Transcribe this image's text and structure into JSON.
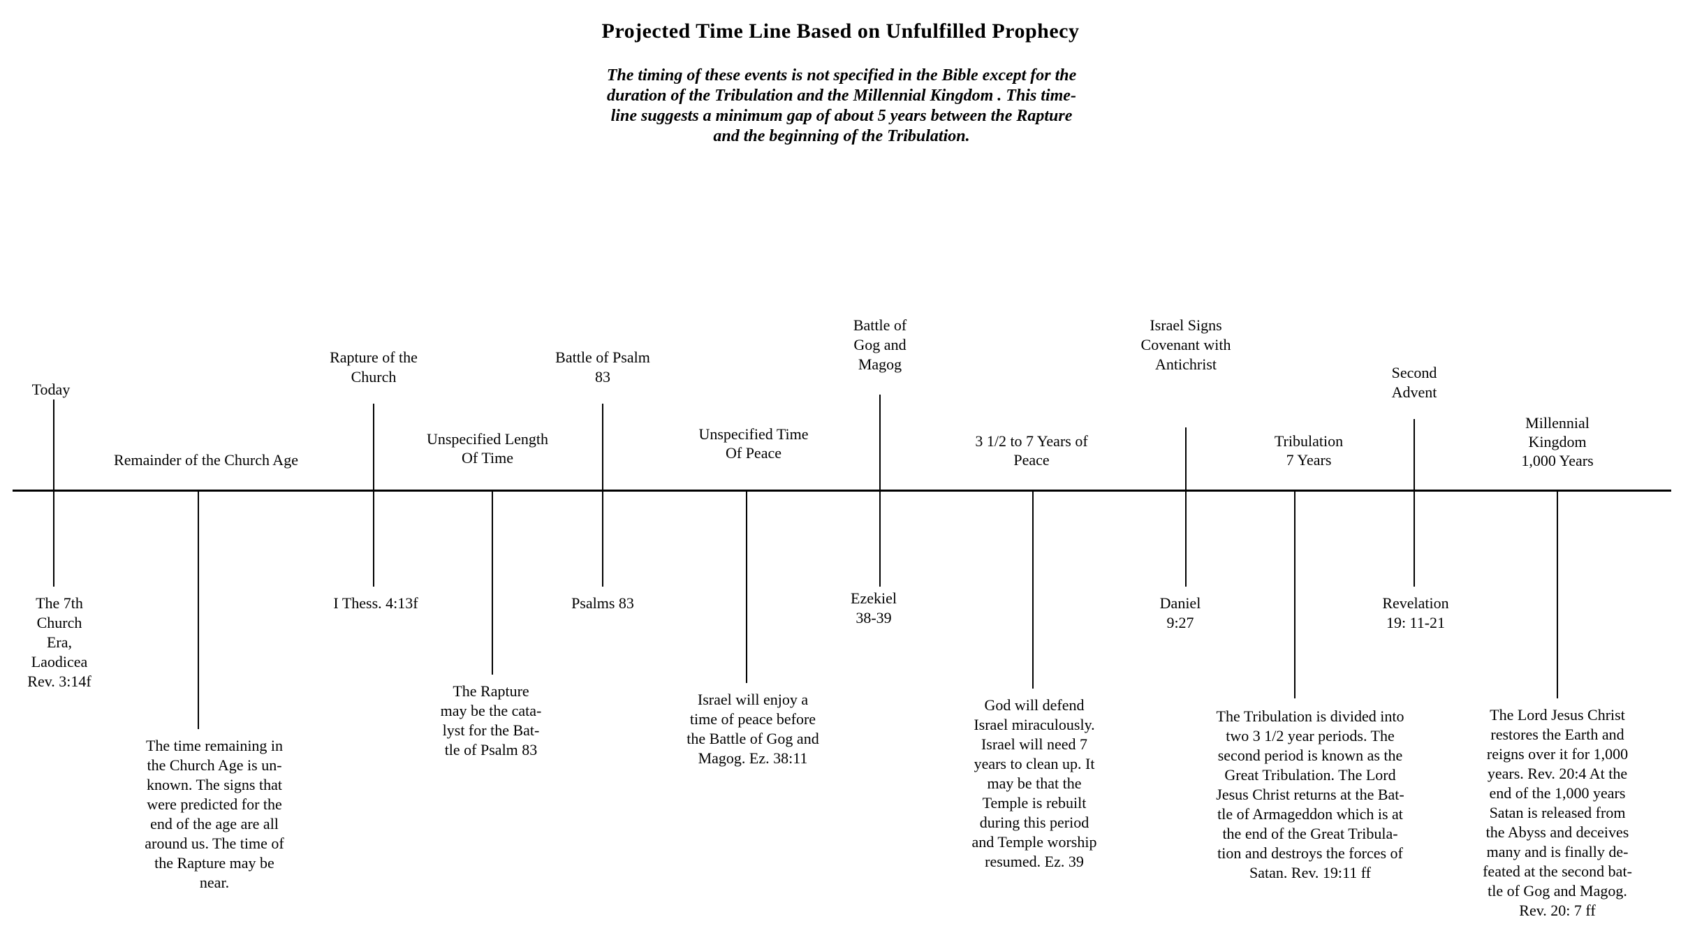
{
  "title": "Projected Time Line Based on  Unfulfilled Prophecy",
  "subtitle": "The timing of these events is not specified in the Bible except for the\nduration of the Tribulation and the Millennial Kingdom . This time-\nline suggests a minimum gap of  about 5 years between the Rapture\nand the beginning of the Tribulation.",
  "colors": {
    "ink": "#000000",
    "background": "#ffffff"
  },
  "events": [
    {
      "label": "Today",
      "reference": "The 7th\nChurch\nEra,\nLaodicea\nRev. 3:14f"
    },
    {
      "label": "Rapture of the\nChurch",
      "reference": "I Thess. 4:13f"
    },
    {
      "label": "Battle of Psalm\n83",
      "reference": "Psalms 83"
    },
    {
      "label": "Battle of\nGog and\nMagog",
      "reference": "Ezekiel\n38-39"
    },
    {
      "label": "Israel Signs\nCovenant with\nAntichrist",
      "reference": "Daniel\n9:27"
    },
    {
      "label": "Second\nAdvent",
      "reference": "Revelation\n19: 11-21"
    }
  ],
  "periods": [
    {
      "label": "Remainder of the Church Age"
    },
    {
      "label": "Unspecified  Length\nOf Time"
    },
    {
      "label": "Unspecified Time\nOf Peace"
    },
    {
      "label": "3 1/2  to 7 Years of\nPeace"
    },
    {
      "label": "Tribulation\n7 Years"
    },
    {
      "label": "Millennial\nKingdom\n1,000 Years"
    }
  ],
  "notes": [
    {
      "text": "The time remaining in\nthe Church Age is un-\nknown. The signs that\nwere predicted for the\nend of the age are all\naround us. The time of\nthe Rapture may be\nnear."
    },
    {
      "text": "The Rapture\nmay be the cata-\nlyst for the Bat-\ntle of Psalm 83"
    },
    {
      "text": "Israel will enjoy a\ntime of peace before\nthe Battle of Gog and\nMagog. Ez. 38:11"
    },
    {
      "text": "God will defend\nIsrael miraculously.\nIsrael will need 7\nyears to clean up. It\nmay be that the\nTemple is rebuilt\nduring this period\nand Temple worship\nresumed. Ez. 39"
    },
    {
      "text": "The Tribulation is divided into\ntwo 3 1/2 year periods. The\nsecond period is known as the\nGreat Tribulation. The Lord\nJesus Christ returns at the Bat-\ntle of Armageddon which is at\nthe end of the Great Tribula-\ntion and destroys the forces of\nSatan. Rev. 19:11 ff"
    },
    {
      "text": "The Lord Jesus Christ\nrestores the Earth and\nreigns over it for 1,000\nyears. Rev. 20:4 At the\nend of the 1,000 years\nSatan is released from\nthe Abyss and deceives\nmany and is finally de-\nfeated at the second bat-\ntle of Gog and Magog.\nRev. 20: 7 ff"
    }
  ]
}
